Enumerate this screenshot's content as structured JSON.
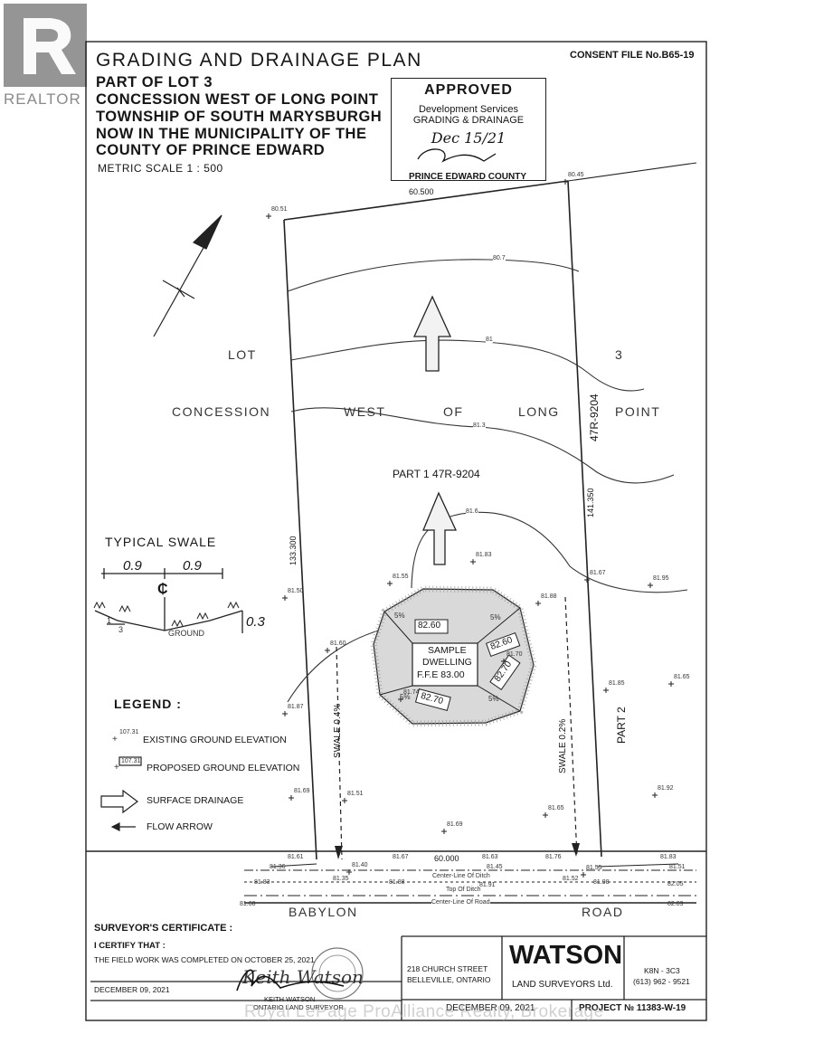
{
  "header": {
    "title": "GRADING AND DRAINAGE PLAN",
    "consent_file": "CONSENT FILE No.B65-19",
    "lines": [
      "PART OF LOT 3",
      "CONCESSION WEST OF LONG POINT",
      "TOWNSHIP OF SOUTH MARYSBURGH",
      "NOW IN THE MUNICIPALITY OF THE",
      "COUNTY OF PRINCE EDWARD"
    ],
    "scale": "METRIC SCALE 1 : 500"
  },
  "stamp": {
    "title": "APPROVED",
    "line1": "Development Services",
    "line2": "GRADING & DRAINAGE",
    "date": "Dec 15/21",
    "footer": "PRINCE EDWARD COUNTY"
  },
  "realtor": {
    "label": "REALTOR"
  },
  "plan": {
    "lot_words": [
      "LOT",
      "3"
    ],
    "concession_words": [
      "CONCESSION",
      "WEST",
      "OF",
      "LONG",
      "POINT"
    ],
    "part_label": "PART 1  47R-9204",
    "side_label": "47R-9204",
    "part2_label": "PART 2",
    "top_dim": "60.500",
    "bottom_dim": "60.000",
    "left_dim": "133.300",
    "right_dim": "141.350",
    "contours": [
      "80.7",
      "81",
      "81.3",
      "81.6"
    ],
    "dwelling": {
      "line1": "SAMPLE",
      "line2": "DWELLING",
      "line3": "F.F.E 83.00"
    },
    "dwelling_elevations": [
      "82.60",
      "82.60",
      "82.70",
      "82.70"
    ],
    "dwelling_slopes": [
      "5%",
      "5%",
      "5%",
      "5%"
    ],
    "swale_left": "SWALE 0.4%",
    "swale_right": "SWALE 0.2%",
    "road": [
      "BABYLON",
      "ROAD"
    ],
    "ditch_labels": [
      "Center-Line Of Ditch",
      "Top Of Ditch",
      "Center-Line Of Road"
    ],
    "spot_elevations": [
      {
        "v": "80.51"
      },
      {
        "v": "80.45"
      },
      {
        "v": "81.83"
      },
      {
        "v": "81.55"
      },
      {
        "v": "81.50"
      },
      {
        "v": "81.67"
      },
      {
        "v": "81.95"
      },
      {
        "v": "81.88"
      },
      {
        "v": "81.60"
      },
      {
        "v": "81.85"
      },
      {
        "v": "81.65"
      },
      {
        "v": "81.87"
      },
      {
        "v": "81.70"
      },
      {
        "v": "81.74"
      },
      {
        "v": "81.69"
      },
      {
        "v": "81.51"
      },
      {
        "v": "81.65"
      },
      {
        "v": "81.69"
      },
      {
        "v": "81.92"
      },
      {
        "v": "81.40"
      },
      {
        "v": "81.55"
      }
    ],
    "road_elevations": [
      {
        "v": "81.61"
      },
      {
        "v": "81.36"
      },
      {
        "v": "81.67"
      },
      {
        "v": "81.63"
      },
      {
        "v": "81.45"
      },
      {
        "v": "81.76"
      },
      {
        "v": "81.83"
      },
      {
        "v": "81.51"
      },
      {
        "v": "81.35"
      },
      {
        "v": "81.52"
      },
      {
        "v": "81.83"
      },
      {
        "v": "81.88"
      },
      {
        "v": "81.91"
      },
      {
        "v": "81.98"
      },
      {
        "v": "82.05"
      },
      {
        "v": "81.68"
      },
      {
        "v": "82.09"
      }
    ]
  },
  "swale": {
    "title": "TYPICAL SWALE",
    "dim_left": "0.9",
    "dim_right": "0.9",
    "cl": "₵",
    "depth": "0.3",
    "ratio_1": "1",
    "ratio_3": "3",
    "ground": "GROUND"
  },
  "legend": {
    "title": "LEGEND :",
    "items": [
      {
        "sample": "107.31",
        "text": "EXISTING GROUND ELEVATION"
      },
      {
        "sample": "107.31",
        "text": "PROPOSED GROUND ELEVATION"
      },
      {
        "sample": "",
        "text": "SURFACE DRAINAGE"
      },
      {
        "sample": "",
        "text": "FLOW ARROW"
      }
    ]
  },
  "certificate": {
    "title": "SURVEYOR'S CERTIFICATE :",
    "certify": "I CERTIFY THAT :",
    "statement": "THE FIELD WORK WAS COMPLETED ON OCTOBER 25, 2021",
    "date": "DECEMBER 09, 2021",
    "signer": "KEITH WATSON",
    "signer_title": "ONTARIO LAND SURVEYOR",
    "signature": "Keith Watson"
  },
  "titleblock": {
    "address1": "218 CHURCH STREET",
    "address2": "BELLEVILLE, ONTARIO",
    "company": "WATSON",
    "company_sub": "LAND SURVEYORS Ltd.",
    "postal": "K8N - 3C3",
    "phone": "(613) 962 - 9521",
    "date": "DECEMBER 09, 2021",
    "project": "PROJECT № 11383-W-19"
  },
  "watermark": "Royal LePage ProAlliance Realty, Brokerage"
}
